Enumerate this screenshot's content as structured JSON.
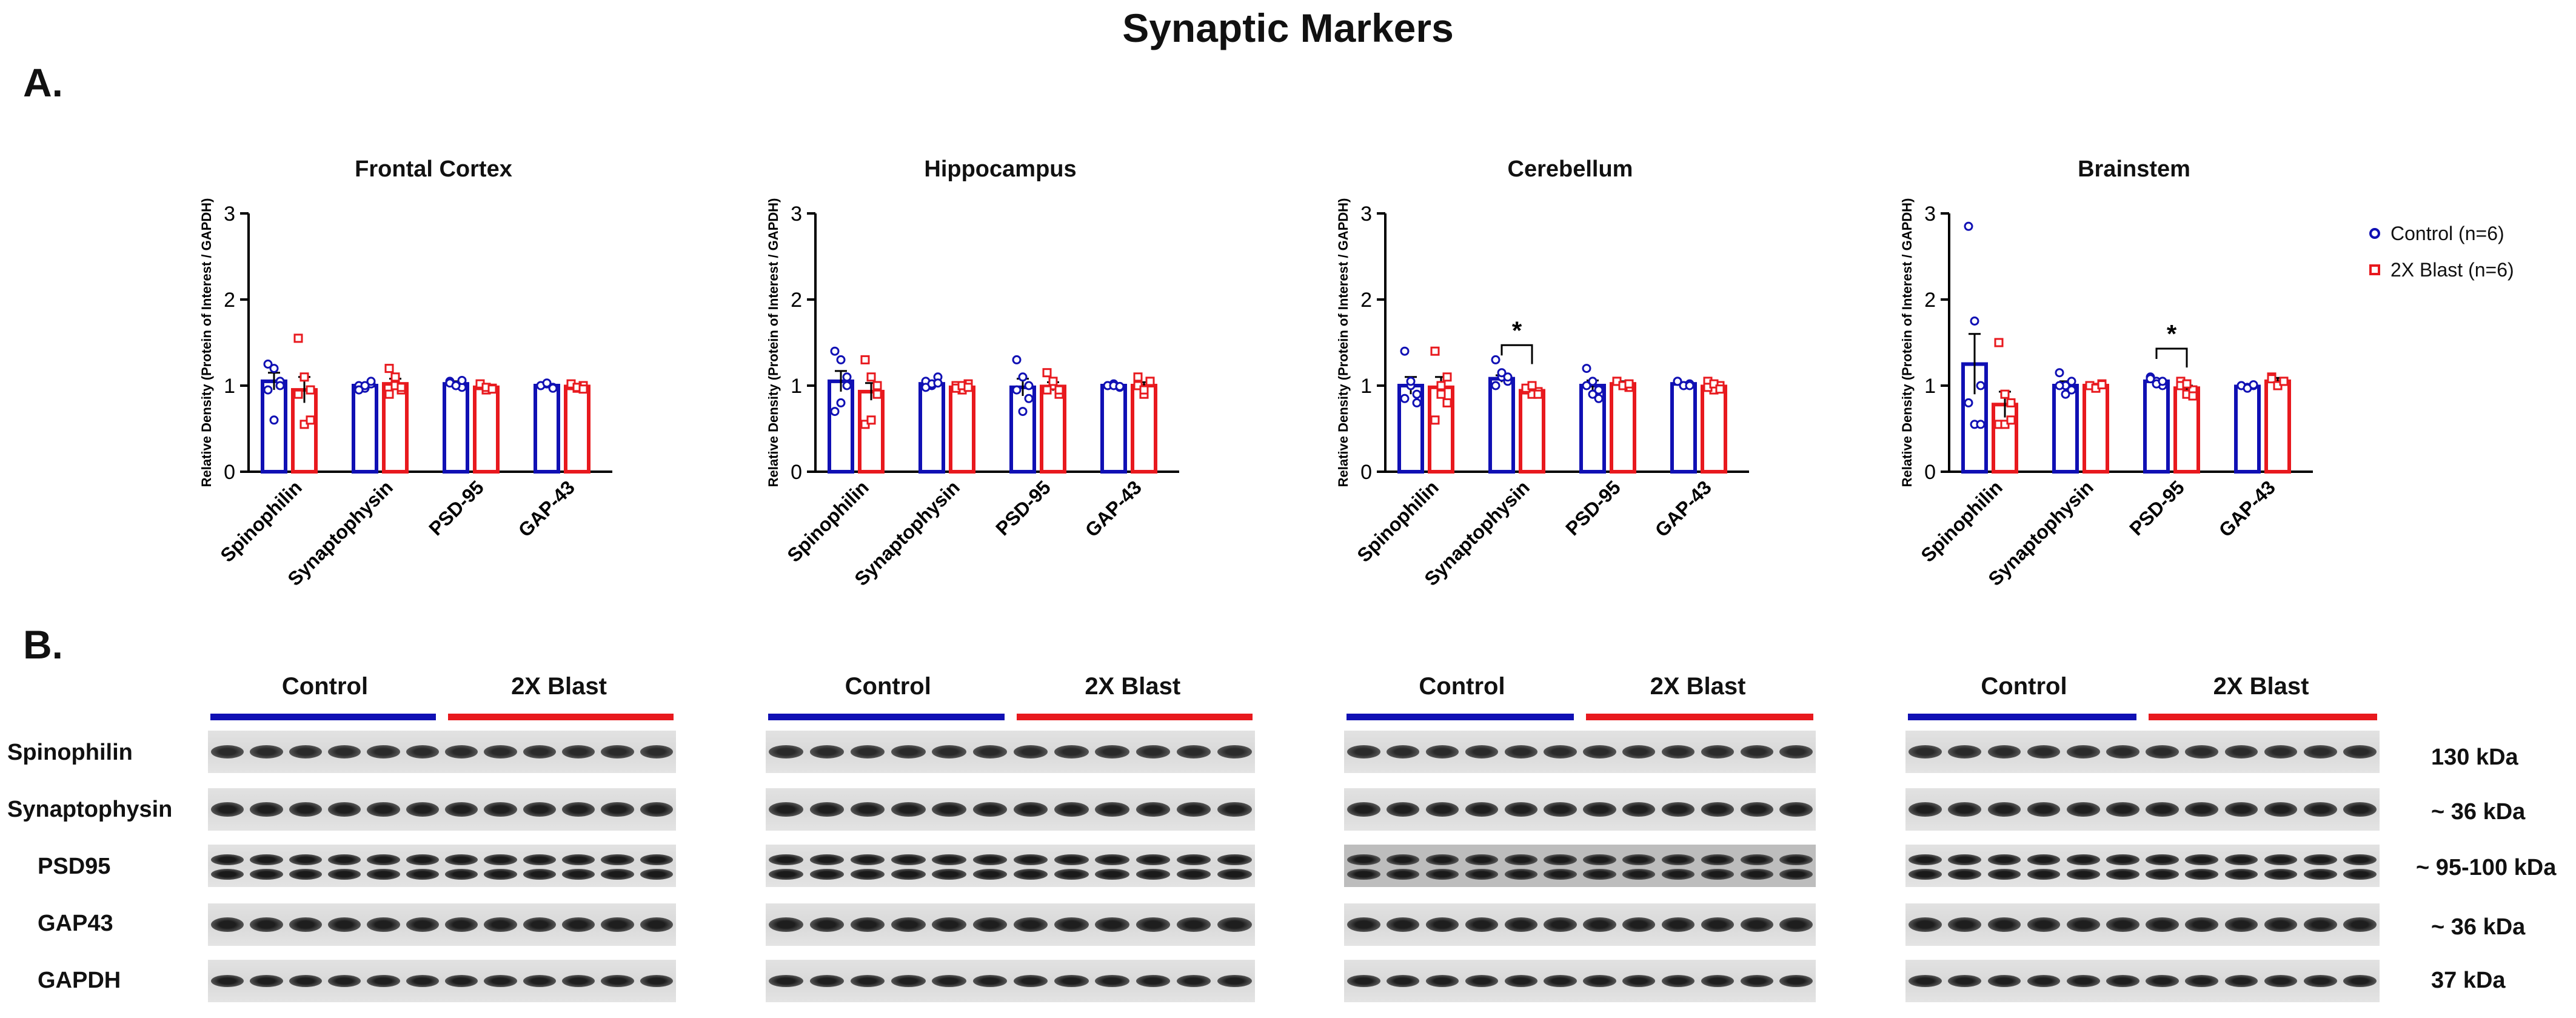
{
  "figure": {
    "title": "Synaptic Markers",
    "panel_a_label": "A.",
    "panel_b_label": "B."
  },
  "chart_data": [
    {
      "type": "bar",
      "title": "Frontal  Cortex",
      "ylabel": "Relative Density (Protein of  Interest / GAPDH)",
      "ylim": [
        0,
        3
      ],
      "yticks": [
        "0",
        "1",
        "2",
        "3"
      ],
      "categories": [
        "Spinophilin",
        "Synaptophysin",
        "PSD-95",
        "GAP-43"
      ],
      "series": [
        {
          "name": "Control (n=6)",
          "color": "#1010b4",
          "values": [
            1.05,
            1.0,
            1.02,
            1.0
          ],
          "sem": [
            0.1,
            0.03,
            0.03,
            0.02
          ],
          "points": [
            [
              1.25,
              1.2,
              1.05,
              0.95,
              0.6,
              1.0
            ],
            [
              1.0,
              0.97,
              1.02,
              0.95,
              1.0,
              1.05
            ],
            [
              1.05,
              1.0,
              0.98,
              1.03,
              1.0,
              1.06
            ],
            [
              1.0,
              1.02,
              0.98,
              1.0,
              1.03,
              0.97
            ]
          ]
        },
        {
          "name": "2X Blast (n=6)",
          "color": "#e8191e",
          "values": [
            0.95,
            1.02,
            0.98,
            0.99
          ],
          "sem": [
            0.15,
            0.06,
            0.03,
            0.02
          ],
          "points": [
            [
              1.55,
              1.1,
              0.95,
              0.9,
              0.55,
              0.6
            ],
            [
              1.2,
              1.1,
              0.95,
              0.9,
              1.0,
              0.98
            ],
            [
              1.0,
              0.95,
              0.97,
              1.02,
              0.98,
              0.96
            ],
            [
              1.0,
              0.97,
              1.0,
              1.02,
              0.98,
              0.96
            ]
          ]
        }
      ],
      "significance": []
    },
    {
      "type": "bar",
      "title": "Hippocampus",
      "ylabel": "Relative Density (Protein of  Interest / GAPDH)",
      "ylim": [
        0,
        3
      ],
      "yticks": [
        "0",
        "1",
        "2",
        "3"
      ],
      "categories": [
        "Spinophilin",
        "Synaptophysin",
        "PSD-95",
        "GAP-43"
      ],
      "series": [
        {
          "name": "Control (n=6)",
          "color": "#1010b4",
          "values": [
            1.05,
            1.02,
            0.98,
            1.0
          ],
          "sem": [
            0.12,
            0.03,
            0.1,
            0.02
          ],
          "points": [
            [
              1.4,
              1.3,
              1.0,
              0.7,
              0.8,
              1.1
            ],
            [
              1.05,
              1.0,
              1.1,
              0.98,
              1.02,
              1.03
            ],
            [
              1.3,
              0.7,
              1.0,
              0.95,
              1.1,
              0.85
            ],
            [
              1.0,
              1.02,
              0.98,
              1.0,
              1.0,
              0.99
            ]
          ]
        },
        {
          "name": "2X Blast (n=6)",
          "color": "#e8191e",
          "values": [
            0.93,
            0.98,
            0.99,
            1.0
          ],
          "sem": [
            0.1,
            0.03,
            0.05,
            0.04
          ],
          "points": [
            [
              1.3,
              1.1,
              0.9,
              0.55,
              0.6,
              1.0
            ],
            [
              1.0,
              0.95,
              1.02,
              0.97,
              1.0,
              0.98
            ],
            [
              1.15,
              1.0,
              0.9,
              0.95,
              1.05,
              0.95
            ],
            [
              1.1,
              0.9,
              1.05,
              1.0,
              0.95,
              1.05
            ]
          ]
        }
      ],
      "significance": []
    },
    {
      "type": "bar",
      "title": "Cerebellum",
      "ylabel": "Relative Density (Protein of  Interest / GAPDH)",
      "ylim": [
        0,
        3
      ],
      "yticks": [
        "0",
        "1",
        "2",
        "3"
      ],
      "categories": [
        "Spinophilin",
        "Synaptophysin",
        "PSD-95",
        "GAP-43"
      ],
      "series": [
        {
          "name": "Control (n=6)",
          "color": "#1010b4",
          "values": [
            1.0,
            1.08,
            1.0,
            1.02
          ],
          "sem": [
            0.1,
            0.04,
            0.06,
            0.02
          ],
          "points": [
            [
              1.4,
              1.0,
              0.9,
              0.85,
              1.05,
              0.8
            ],
            [
              1.3,
              1.1,
              1.05,
              1.0,
              1.15,
              1.1
            ],
            [
              1.2,
              0.9,
              0.85,
              1.0,
              1.05,
              0.95
            ],
            [
              1.05,
              1.0,
              1.02,
              1.05,
              1.0,
              1.0
            ]
          ]
        },
        {
          "name": "2X Blast (n=6)",
          "color": "#e8191e",
          "values": [
            0.98,
            0.94,
            1.02,
            0.99
          ],
          "sem": [
            0.12,
            0.03,
            0.03,
            0.03
          ],
          "points": [
            [
              1.4,
              1.0,
              0.8,
              0.6,
              0.9,
              1.1
            ],
            [
              0.95,
              0.9,
              0.93,
              0.97,
              1.0,
              0.9
            ],
            [
              1.05,
              1.0,
              0.98,
              1.05,
              1.0,
              1.02
            ],
            [
              1.05,
              0.95,
              1.0,
              0.98,
              1.02,
              0.96
            ]
          ]
        }
      ],
      "significance": [
        {
          "category": "Synaptophysin",
          "label": "*"
        }
      ]
    },
    {
      "type": "bar",
      "title": "Brainstem",
      "ylabel": "Relative Density (Protein of  Interest / GAPDH)",
      "ylim": [
        0,
        3
      ],
      "yticks": [
        "0",
        "1",
        "2",
        "3"
      ],
      "categories": [
        "Spinophilin",
        "Synaptophysin",
        "PSD-95",
        "GAP-43"
      ],
      "series": [
        {
          "name": "Control (n=6)",
          "color": "#1010b4",
          "values": [
            1.25,
            1.0,
            1.05,
            0.99
          ],
          "sem": [
            0.35,
            0.05,
            0.03,
            0.02
          ],
          "points": [
            [
              2.85,
              1.75,
              1.0,
              0.8,
              0.55,
              0.55
            ],
            [
              1.15,
              1.0,
              0.95,
              1.0,
              0.9,
              1.05
            ],
            [
              1.1,
              1.05,
              1.0,
              1.08,
              1.02,
              1.05
            ],
            [
              1.0,
              0.98,
              1.0,
              1.0,
              0.97,
              1.01
            ]
          ]
        },
        {
          "name": "2X Blast (n=6)",
          "color": "#e8191e",
          "values": [
            0.78,
            1.0,
            0.97,
            1.05
          ],
          "sem": [
            0.15,
            0.02,
            0.03,
            0.04
          ],
          "points": [
            [
              1.5,
              0.9,
              0.8,
              0.55,
              0.55,
              0.6
            ],
            [
              1.0,
              0.98,
              1.02,
              1.0,
              0.97,
              1.01
            ],
            [
              1.05,
              0.9,
              0.95,
              1.0,
              1.02,
              0.88
            ],
            [
              1.1,
              1.0,
              1.05,
              1.08,
              1.0,
              1.05
            ]
          ]
        }
      ],
      "significance": [
        {
          "category": "PSD-95",
          "label": "*"
        }
      ]
    }
  ],
  "legend": [
    {
      "label": "Control (n=6)",
      "color": "#1010b4"
    },
    {
      "label": "2X Blast (n=6)",
      "color": "#e8191e"
    }
  ],
  "blots": {
    "group_labels": [
      "Control",
      "2X Blast"
    ],
    "group_colors": [
      "#1010b4",
      "#e8191e"
    ],
    "proteins": [
      "Spinophilin",
      "Synaptophysin",
      "PSD95",
      "GAP43",
      "GAPDH"
    ],
    "sizes": [
      "130 kDa",
      "~ 36 kDa",
      "~ 95-100 kDa",
      "~ 36 kDa",
      "37 kDa"
    ],
    "lanes_per_group": 6
  }
}
